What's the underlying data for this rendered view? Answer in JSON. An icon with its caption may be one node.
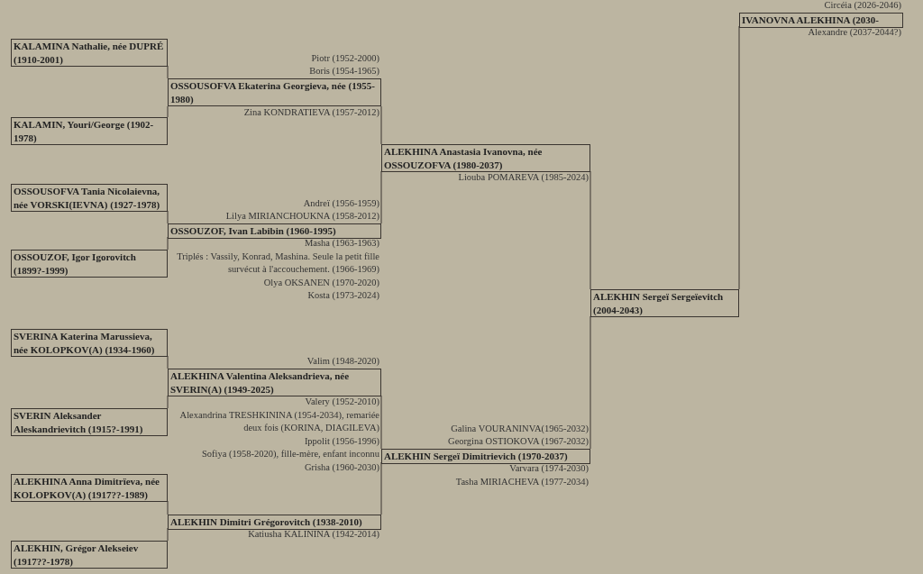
{
  "diagram": {
    "nodes": [
      {
        "text": [
          "KALAMINA Nathalie, née DUPRÉ (1910-2001)"
        ]
      },
      {
        "text": [
          "KALAMIN, Youri/George (1902-1978)"
        ]
      },
      {
        "text": [
          "OSSOUSOFVA Tania Nicolaievna, née VORSKI(IEVNA) (1927-1978)"
        ]
      },
      {
        "text": [
          "OSSOUZOF, Igor Igorovitch (1899?-1999)"
        ]
      },
      {
        "text": [
          "SVERINA Katerina Marussieva, née KOLOPKOV(A) (1934-1960)"
        ]
      },
      {
        "text": [
          "SVERIN Aleksander Aleskandrievitch (1915?-1991)"
        ]
      },
      {
        "text": [
          "ALEKHINA Anna Dimitrïeva, née KOLOPKOV(A) (1917??-1989)"
        ]
      },
      {
        "text": [
          "ALEKHIN, Grégor Alekseiev (1917??-1978)"
        ]
      },
      {
        "text": [
          "OSSOUSOFVA Ekaterina Georgieva, née (1955-1980)"
        ],
        "beside": [
          "Piotr (1952-2000)",
          "Boris (1954-1965)",
          "Zina KONDRATIEVA (1957-2012)"
        ]
      },
      {
        "text": [
          "OSSOUZOF, Ivan Labibin (1960-1995)"
        ],
        "beside": [
          "Andreï (1956-1959)",
          "Lilya MIRIANCHOUKNA (1958-2012)",
          "Masha (1963-1963)",
          "Triplés : Vassily, Konrad, Mashina. Seule la petit fille survécut à l'accouchement. (1966-1969)",
          "Olya OKSANEN (1970-2020)",
          "Kosta (1973-2024)"
        ]
      },
      {
        "text": [
          "ALEKHINA Valentina Aleksandrieva, née SVERIN(A) (1949-2025)"
        ],
        "beside": [
          "Valim (1948-2020)",
          "Valery (1952-2010)",
          "Alexandrina TRESHKININA (1954-2034), remariée deux fois (KORINA, DIAGILEVA)",
          "Ippolit (1956-1996)",
          "Sofiya (1958-2020), fille-mère, enfant inconnu",
          "Grisha (1960-2030)"
        ]
      },
      {
        "text": [
          "ALEKHIN Dimitri Grégorovitch (1938-2010)"
        ],
        "beside": [
          "Katiusha KALININA (1942-2014)"
        ]
      },
      {
        "text": [
          "ALEKHINA Anastasia Ivanovna, née OSSOUZOFVA (1980-2037)"
        ],
        "beside": [
          "Liouba POMAREVA (1985-2024)"
        ]
      },
      {
        "text": [
          "ALEKHIN Sergeï Dimitrievich  (1970-2037)"
        ],
        "beside": [
          "Galina VOURANINVA(1965-2032)",
          "Georgina OSTIOKOVA (1967-2032)",
          "Varvara (1974-2030)",
          "Tasha MIRIACHEVA (1977-2034)"
        ]
      },
      {
        "text": [
          "ALEKHIN Sergeï Sergeïevitch (2004-2043)"
        ]
      },
      {
        "text": [
          "IVANOVNA ALEKHINA (2030-"
        ],
        "beside": [
          "Circéia (2026-2046)",
          "Alexandre (2037-2044?)"
        ]
      }
    ],
    "edges": [
      {
        "from": 0,
        "to": 8,
        "arrow": "none"
      },
      {
        "from": 1,
        "to": 8,
        "arrow": "none"
      },
      {
        "from": 2,
        "to": 9,
        "arrow": "none"
      },
      {
        "from": 3,
        "to": 9,
        "arrow": "none"
      },
      {
        "from": 4,
        "to": 10,
        "arrow": "none"
      },
      {
        "from": 5,
        "to": 10,
        "arrow": "none"
      },
      {
        "from": 6,
        "to": 11,
        "arrow": "none"
      },
      {
        "from": 7,
        "to": 11,
        "arrow": "none"
      },
      {
        "from": 8,
        "to": 12,
        "arrow": "none"
      },
      {
        "from": 9,
        "to": 12,
        "arrow": "none"
      },
      {
        "from": 10,
        "to": 13,
        "arrow": "none"
      },
      {
        "from": 11,
        "to": 13,
        "arrow": "none"
      },
      {
        "from": 12,
        "to": 14,
        "arrow": "none"
      },
      {
        "from": 13,
        "to": 14,
        "arrow": "none"
      },
      {
        "from": 14,
        "to": 15,
        "arrow": "none"
      }
    ]
  }
}
